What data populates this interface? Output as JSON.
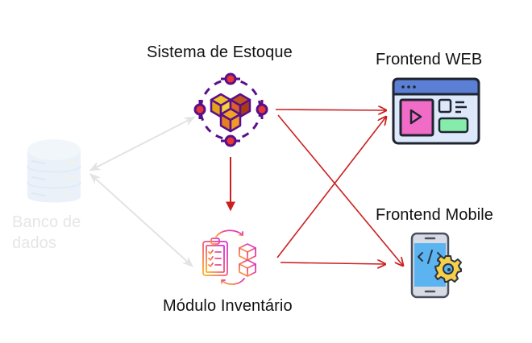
{
  "diagram": {
    "nodes": {
      "database": {
        "label_line1": "Banco de",
        "label_line2": "dados",
        "icon": "database-icon",
        "state": "faded"
      },
      "stock_system": {
        "label": "Sistema de Estoque",
        "icon": "boxes-network-icon"
      },
      "inventory_module": {
        "label": "Módulo Inventário",
        "icon": "inventory-clipboard-icon"
      },
      "frontend_web": {
        "label": "Frontend WEB",
        "icon": "browser-window-icon"
      },
      "frontend_mobile": {
        "label": "Frontend Mobile",
        "icon": "mobile-settings-icon"
      }
    },
    "edges": [
      {
        "from": "database",
        "to": "stock_system",
        "style": "bidirectional",
        "color": "#e3e3e3"
      },
      {
        "from": "database",
        "to": "inventory_module",
        "style": "bidirectional",
        "color": "#e3e3e3"
      },
      {
        "from": "stock_system",
        "to": "inventory_module",
        "style": "directed",
        "color": "#cc1f1f"
      },
      {
        "from": "stock_system",
        "to": "frontend_web",
        "style": "directed",
        "color": "#cc1f1f"
      },
      {
        "from": "stock_system",
        "to": "frontend_mobile",
        "style": "directed",
        "color": "#cc1f1f"
      },
      {
        "from": "inventory_module",
        "to": "frontend_web",
        "style": "directed",
        "color": "#cc1f1f"
      },
      {
        "from": "inventory_module",
        "to": "frontend_mobile",
        "style": "directed",
        "color": "#cc1f1f"
      }
    ],
    "colors": {
      "edge_primary": "#cc1f1f",
      "edge_faded": "#e3e3e3",
      "icon_outline_purple": "#5a0f8a",
      "icon_node_red": "#e53935"
    }
  }
}
